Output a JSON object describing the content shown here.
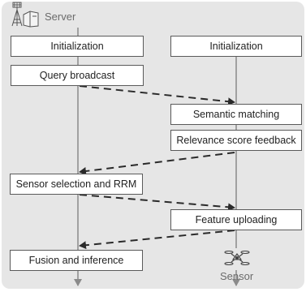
{
  "server": {
    "label": "Server",
    "icon": "server-antenna-icon"
  },
  "sensor": {
    "label": "Sensor",
    "icon": "drone-icon"
  },
  "server_steps": [
    "Initialization",
    "Query broadcast",
    "Sensor selection and RRM",
    "Fusion and inference"
  ],
  "sensor_steps": [
    "Initialization",
    "Semantic matching",
    "Relevance score feedback",
    "Feature uploading"
  ],
  "colors": {
    "panel": "#e6e6e6",
    "line": "#8a8a8a",
    "arrow": "#2a2a2a",
    "text": "#222222"
  }
}
